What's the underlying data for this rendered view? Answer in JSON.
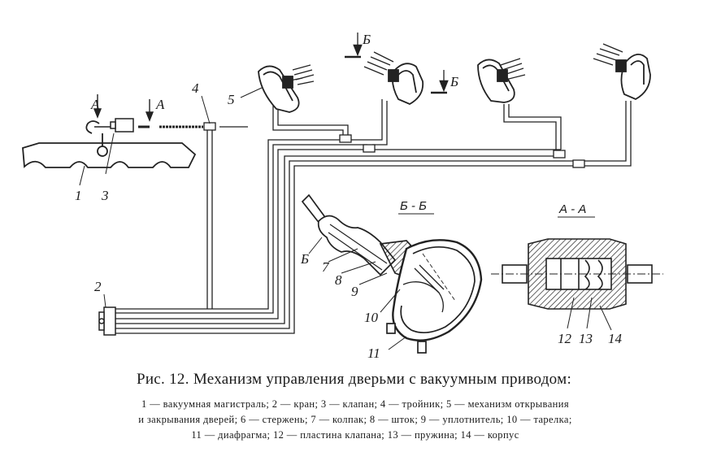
{
  "labels": {
    "n1": "1",
    "n2": "2",
    "n3": "3",
    "n4": "4",
    "n5": "5",
    "n6": "Б",
    "n7": "7",
    "n8": "8",
    "n9": "9",
    "n10": "10",
    "n11": "11",
    "n12": "12",
    "n13": "13",
    "n14": "14",
    "arrowA1": "А",
    "arrowA2": "А",
    "arrowB1": "Б",
    "arrowB2": "Б",
    "sectionBB": "Б - Б",
    "sectionAA": "А - А"
  },
  "caption": "Рис. 12. Механизм управления дверьми с вакуумным приводом:",
  "legend": {
    "line1": "1 — вакуумная магистраль; 2 — кран; 3 — клапан; 4 — тройник; 5 — механизм открывания",
    "line2": "и закрывания дверей; 6 — стержень; 7 — колпак; 8 — шток; 9 — уплотнитель; 10 — тарелка;",
    "line3": "11 — диафрагма; 12 — пластина клапана; 13 — пружина; 14 — корпус"
  }
}
